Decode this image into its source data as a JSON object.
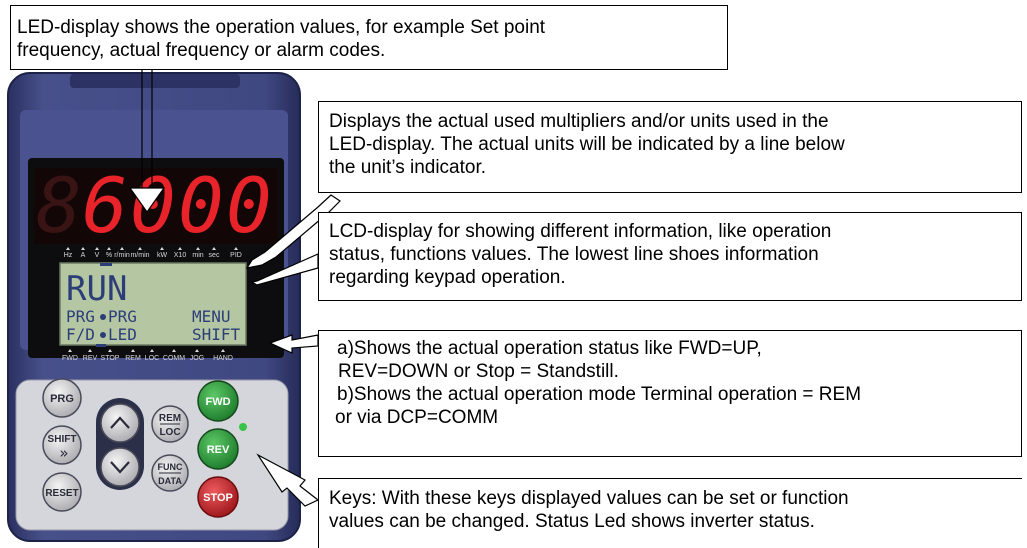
{
  "led_display": {
    "digits": [
      "6",
      "0",
      "0",
      "0"
    ],
    "unit_labels": [
      "Hz",
      "A",
      "V",
      "%",
      "r/min",
      "m/min",
      "kW",
      "X10",
      "min",
      "sec",
      "PID"
    ]
  },
  "lcd_display": {
    "line1": "RUN",
    "line2_left": "PRG",
    "line2_right": "PRG",
    "line2_menu": "MENU",
    "line3_left": "F/D",
    "line3_right": "LED",
    "line3_shift": "SHIFT"
  },
  "status_labels": [
    "FWD",
    "REV",
    "STOP",
    "REM",
    "LOC",
    "COMM",
    "JOG",
    "HAND"
  ],
  "keys": {
    "prg": "PRG",
    "shift": "SHIFT",
    "shift_symbol": "»",
    "reset": "RESET",
    "rem": "REM",
    "loc": "LOC",
    "func": "FUNC",
    "data": "DATA",
    "fwd": "FWD",
    "rev": "REV",
    "stop": "STOP"
  },
  "callouts": {
    "led": [
      "LED-display shows the operation values, for example Set point",
      "frequency, actual frequency or alarm codes."
    ],
    "units": [
      "Displays the actual used multipliers and/or units used in the",
      "LED-display. The actual units will be indicated by a line below",
      "the unit’s indicator."
    ],
    "lcd": [
      "LCD-display for showing different information, like operation",
      "status, functions values. The lowest line shoes information",
      "regarding keypad operation."
    ],
    "status": [
      "a)Shows the actual operation status like FWD=UP,",
      "REV=DOWN or Stop = Standstill.",
      "b)Shows the actual operation mode Terminal operation = REM",
      "or via DCP=COMM"
    ],
    "keys": [
      "Keys: With these keys displayed values can be set or function",
      "values can be changed. Status Led shows inverter status."
    ]
  },
  "colors": {
    "body": "#3c4478",
    "led_on": "#e8232a",
    "lcd_bg": "#b5c6a3",
    "lcd_text": "#2c3e78",
    "fwd": "#2e9e3c",
    "stop": "#c8262a"
  }
}
